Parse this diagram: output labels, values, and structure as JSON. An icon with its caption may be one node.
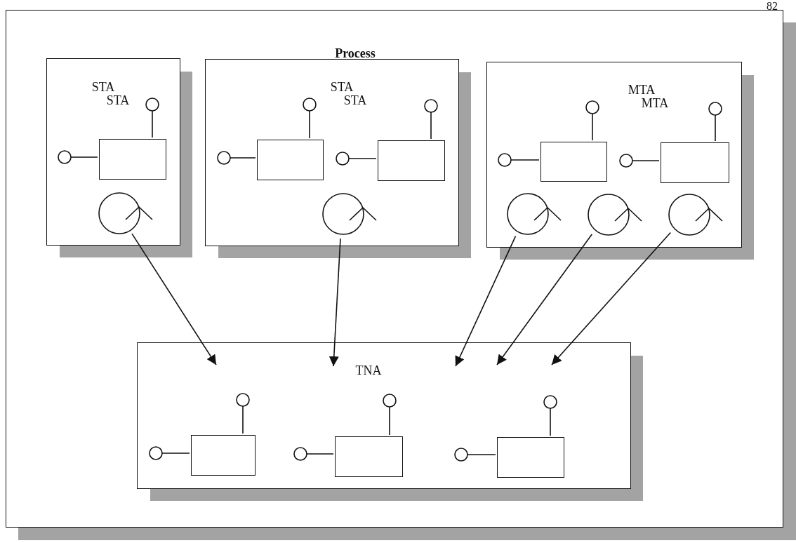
{
  "diagram": {
    "nodes": [
      {
        "text": [
          "Process"
        ]
      },
      {
        "text": [
          "STA",
          "STA"
        ],
        "in": 0
      },
      {
        "text": [],
        "shape": "box",
        "in": 1
      },
      {
        "text": [],
        "shape": "circle",
        "in": 1
      },
      {
        "text": [
          "STA",
          "STA"
        ],
        "in": 0
      },
      {
        "text": [],
        "shape": "box",
        "in": 4
      },
      {
        "text": [],
        "shape": "box",
        "in": 4
      },
      {
        "text": [],
        "shape": "circle",
        "in": 4
      },
      {
        "text": [
          "MTA",
          "MTA"
        ],
        "in": 0
      },
      {
        "text": [],
        "shape": "box",
        "in": 8
      },
      {
        "text": [],
        "shape": "box",
        "in": 8
      },
      {
        "text": [],
        "shape": "circle",
        "in": 8
      },
      {
        "text": [],
        "shape": "circle",
        "in": 8
      },
      {
        "text": [],
        "shape": "circle",
        "in": 8
      },
      {
        "text": [
          "TNA"
        ],
        "in": 0
      },
      {
        "text": [],
        "shape": "box",
        "in": 14
      },
      {
        "text": [],
        "shape": "box",
        "in": 14
      },
      {
        "text": [],
        "shape": "box",
        "in": 14
      }
    ],
    "edges": [
      {
        "from": 3,
        "to": 14,
        "arrow": "to"
      },
      {
        "from": 7,
        "to": 14,
        "arrow": "to"
      },
      {
        "from": 11,
        "to": 14,
        "arrow": "to"
      },
      {
        "from": 12,
        "to": 14,
        "arrow": "to"
      },
      {
        "from": 13,
        "to": 14,
        "arrow": "to"
      }
    ],
    "labels": [
      "82"
    ]
  }
}
